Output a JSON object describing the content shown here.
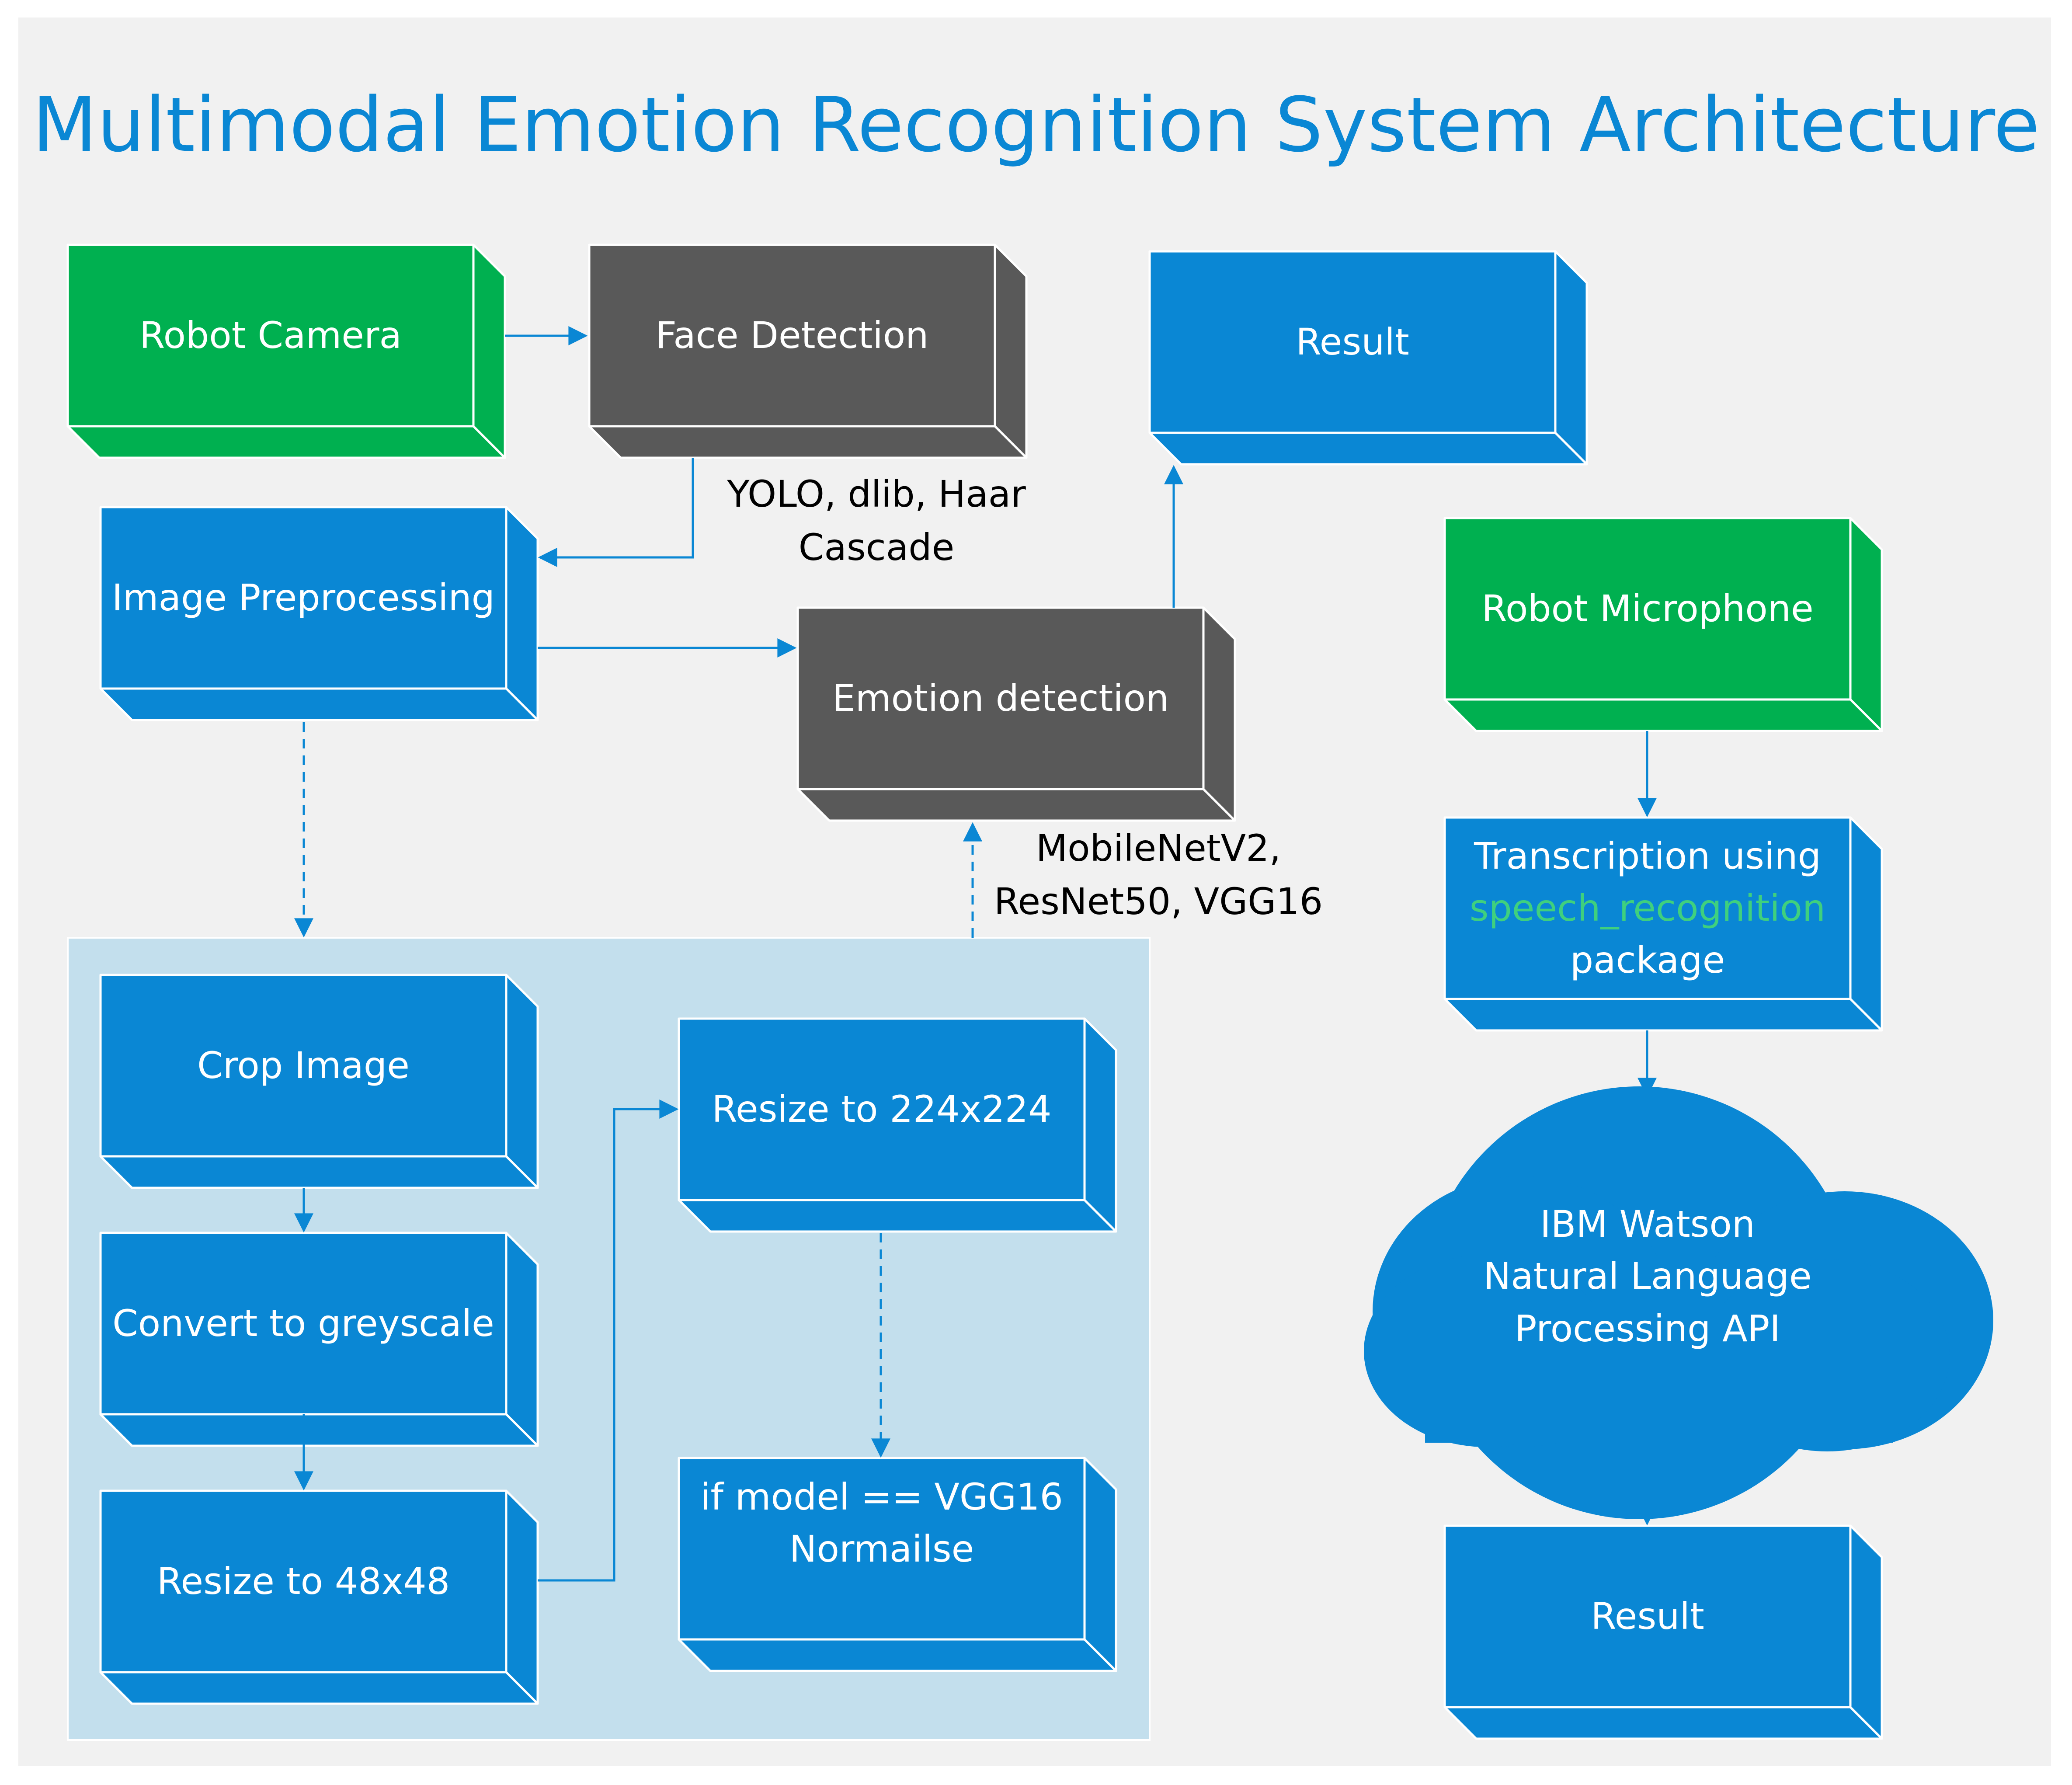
{
  "title": "Multimodal Emotion Recognition System Architecture",
  "colors": {
    "input": "#00b050",
    "process": "#0a87d4",
    "model": "#595959",
    "group": "#c3dfed",
    "highlight": "#3fd07e"
  },
  "nodes": {
    "robot_camera": "Robot Camera",
    "face_detection": "Face Detection",
    "result_top": "Result",
    "image_preprocessing": "Image Preprocessing",
    "emotion_detection": "Emotion detection",
    "robot_microphone": "Robot Microphone",
    "transcription": {
      "line1": "Transcription using",
      "package_name": "speech_recognition",
      "line3": "package"
    },
    "crop_image": "Crop Image",
    "greyscale": "Convert to greyscale",
    "resize_48": "Resize to 48x48",
    "resize_224": "Resize to 224x224",
    "normalise": {
      "line1": "if model == VGG16",
      "line2": "Normailse"
    },
    "ibm_watson": {
      "line1": "IBM Watson",
      "line2": "Natural Language",
      "line3": "Processing API"
    },
    "result_bottom": "Result"
  },
  "notes": {
    "face_models": {
      "line1": "YOLO, dlib, Haar",
      "line2": "Cascade"
    },
    "emotion_models": {
      "line1": "MobileNetV2,",
      "line2": "ResNet50, VGG16"
    }
  },
  "icons": [
    "arrow-head",
    "cloud-shape",
    "3d-box-shape"
  ]
}
